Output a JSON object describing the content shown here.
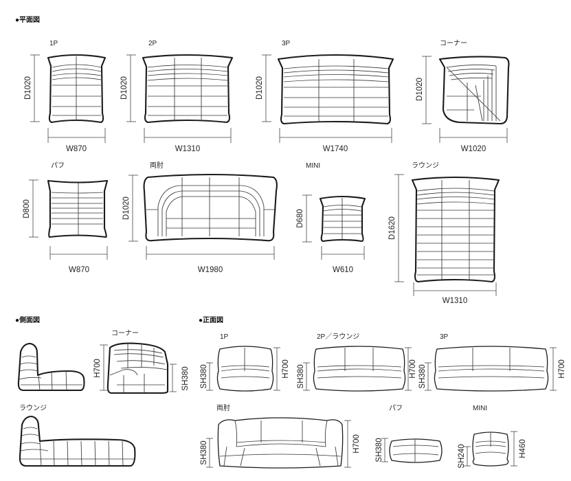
{
  "sections": {
    "plan": "●平面図",
    "side": "●側面図",
    "front": "●正面図"
  },
  "plan": {
    "p1": {
      "label": "1P",
      "width": "W870",
      "depth": "D1020"
    },
    "p2": {
      "label": "2P",
      "width": "W1310",
      "depth": "D1020"
    },
    "p3": {
      "label": "3P",
      "width": "W1740",
      "depth": "D1020"
    },
    "corner": {
      "label": "コーナー",
      "width": "W1020",
      "depth": "D1020"
    },
    "puff": {
      "label": "パフ",
      "width": "W870",
      "depth": "D800"
    },
    "arms": {
      "label": "両肘",
      "width": "W1980",
      "depth": "D1020"
    },
    "mini": {
      "label": "MINI",
      "width": "W610",
      "depth": "D680"
    },
    "lounge": {
      "label": "ラウンジ",
      "width": "W1310",
      "depth": "D1620"
    }
  },
  "side": {
    "corner": {
      "label": "コーナー",
      "height": "H700",
      "seat": "SH380"
    },
    "lounge": {
      "label": "ラウンジ"
    }
  },
  "front": {
    "p1": {
      "label": "1P",
      "seat": "SH380",
      "height": "H700"
    },
    "p2": {
      "label": "2P／ラウンジ",
      "seat": "SH380",
      "height": "H700"
    },
    "p3": {
      "label": "3P",
      "seat": "SH380",
      "height": "H700"
    },
    "arms": {
      "label": "両肘",
      "seat": "SH380",
      "height": "H700"
    },
    "puff": {
      "label": "パフ",
      "seat": "SH380"
    },
    "mini": {
      "label": "MINI",
      "seat": "SH240",
      "height": "H460"
    }
  }
}
